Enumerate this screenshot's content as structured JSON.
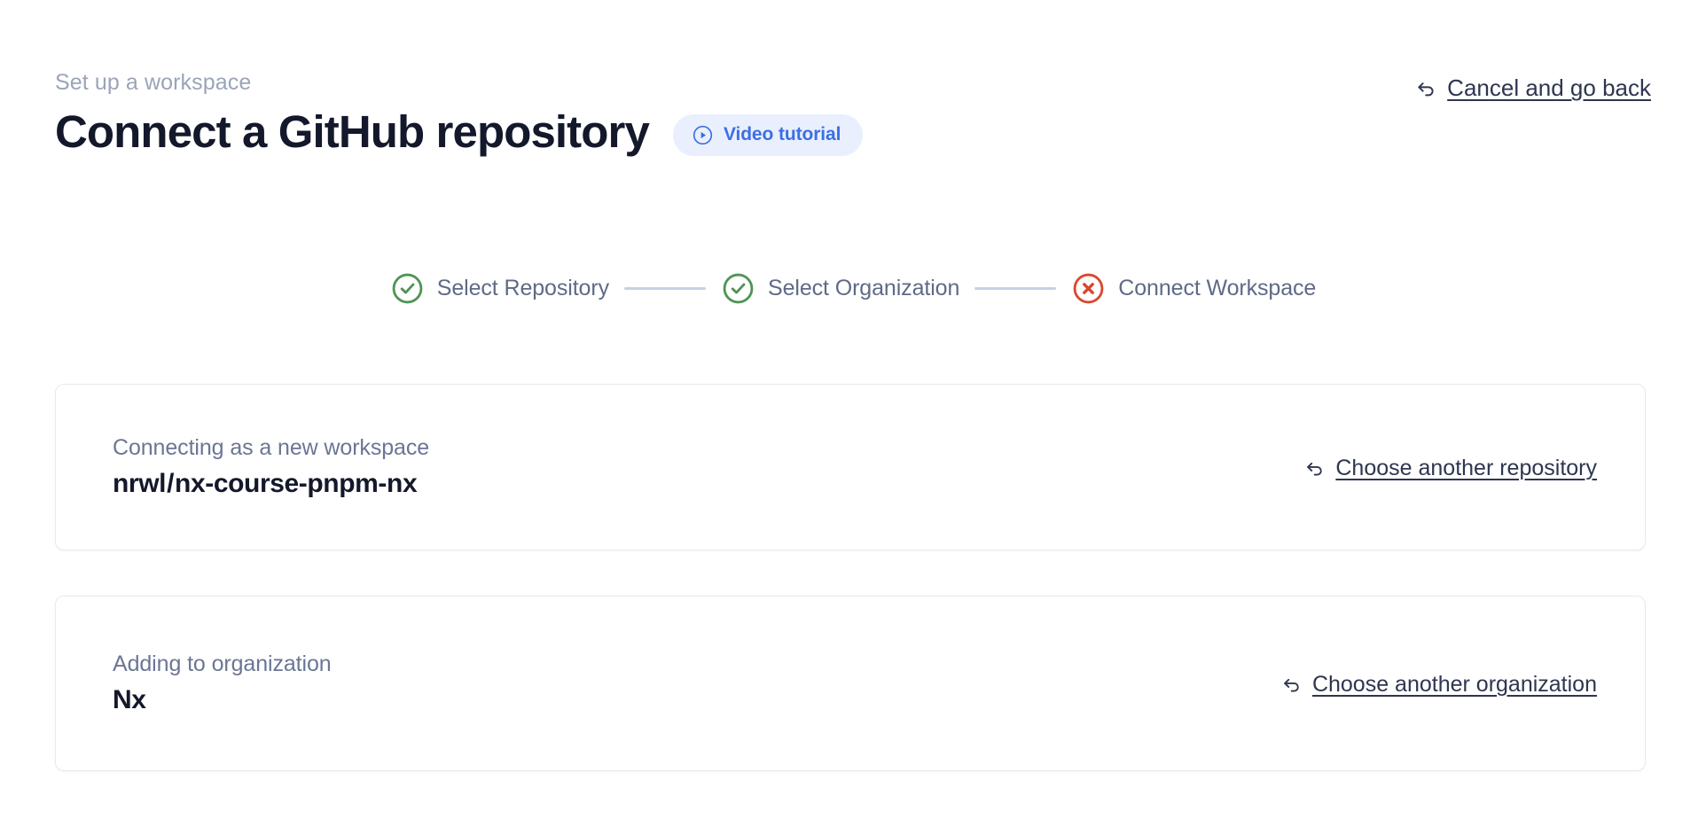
{
  "header": {
    "eyebrow": "Set up a workspace",
    "title": "Connect a GitHub repository",
    "video_badge": {
      "label": "Video tutorial",
      "icon": "play-circle-icon",
      "background": "#e9effc",
      "text_color": "#3b6fe4"
    },
    "cancel_link": {
      "label": "Cancel and go back",
      "icon": "arrow-uturn-left-icon"
    }
  },
  "stepper": {
    "steps": [
      {
        "label": "Select Repository",
        "state": "complete",
        "icon": "check-circle-icon",
        "color": "#4f9455"
      },
      {
        "label": "Select Organization",
        "state": "complete",
        "icon": "check-circle-icon",
        "color": "#4f9455"
      },
      {
        "label": "Connect Workspace",
        "state": "error",
        "icon": "x-circle-icon",
        "color": "#d9472f"
      }
    ],
    "connector_color": "#c8d0e0",
    "label_color": "#5f6a87"
  },
  "cards": [
    {
      "caption": "Connecting as a new workspace",
      "value_owner": "nrwl",
      "value_separator": "/",
      "value_repo": "nx-course-pnpm-nx",
      "link": {
        "label": "Choose another repository",
        "icon": "arrow-uturn-left-icon"
      }
    },
    {
      "caption": "Adding to organization",
      "value": "Nx",
      "link": {
        "label": "Choose another organization",
        "icon": "arrow-uturn-left-icon"
      }
    }
  ],
  "colors": {
    "page_background": "#ffffff",
    "title": "#14182b",
    "eyebrow": "#9aa5b8",
    "card_border": "#e7e9f0",
    "link": "#2e3650"
  }
}
